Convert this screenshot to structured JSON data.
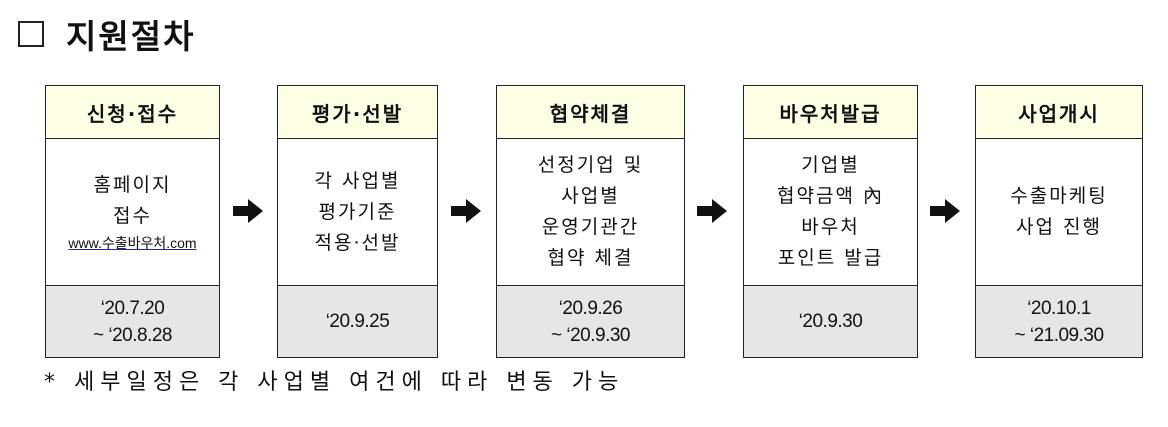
{
  "title": {
    "text": "지원절차"
  },
  "steps": [
    {
      "header": "신청·접수",
      "lines": [
        "홈페이지",
        "접수"
      ],
      "link": "www.수출바우처.com",
      "date": [
        "‘20.7.20",
        "~ ‘20.8.28"
      ]
    },
    {
      "header": "평가·선발",
      "lines": [
        "각 사업별",
        "평가기준",
        "적용·선발"
      ],
      "date": [
        "‘20.9.25"
      ]
    },
    {
      "header": "협약체결",
      "lines": [
        "선정기업 및",
        "사업별",
        "운영기관간",
        "협약 체결"
      ],
      "date": [
        "‘20.9.26",
        "~ ‘20.9.30"
      ]
    },
    {
      "header": "바우처발급",
      "lines": [
        "기업별",
        "협약금액 內",
        "바우처",
        "포인트 발급"
      ],
      "date": [
        "‘20.9.30"
      ]
    },
    {
      "header": "사업개시",
      "lines": [
        "수출마케팅",
        "사업 진행"
      ],
      "date": [
        "‘20.10.1",
        "~ ‘21.09.30"
      ]
    }
  ],
  "note": "* 세부일정은 각 사업별 여건에 따라 변동 가능",
  "colors": {
    "header_bg": "#ffffe6",
    "date_bg": "#e6e6e6",
    "border": "#222222",
    "link_underline": "#1e2b9a"
  },
  "icons": {
    "bullet": "checkbox-icon",
    "connector": "arrow-right-icon"
  }
}
